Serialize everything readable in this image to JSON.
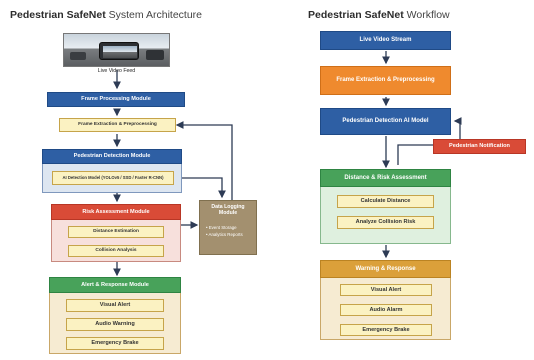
{
  "left": {
    "title_bold": "Pedestrian SafeNet",
    "title_rest": " System Architecture",
    "camera_caption": "Live Video Feed",
    "frame_module": "Frame Processing Module",
    "frame_sub": "Frame Extraction & Preprocessing",
    "detect_module": "Pedestrian Detection Module",
    "detect_sub": "AI Detection Model (YOLOv5 / SSD / Faster R-CNN)",
    "risk_module": "Risk Assessment Module",
    "risk_items": [
      "Distance Estimation",
      "Collision Analysis"
    ],
    "logging_module": "Data Logging Module",
    "logging_items": [
      "• Event Storage",
      "• Analytics Reports"
    ],
    "alert_module": "Alert & Response Module",
    "alert_items": [
      "Visual Alert",
      "Audio Warning",
      "Emergency Brake"
    ]
  },
  "right": {
    "title_bold": "Pedestrian SafeNet",
    "title_rest": " Workflow",
    "steps": [
      "Live Video Stream",
      "Frame Extraction & Preprocessing",
      "Pedestrian Detection AI Model"
    ],
    "notification": "Pedestrian Notification",
    "assessment": "Distance & Risk Assessment",
    "assessment_items": [
      "Calculate Distance",
      "Analyze Collision Risk"
    ],
    "warning": "Warning & Response",
    "warning_items": [
      "Visual Alert",
      "Audio Alarm",
      "Emergency Brake"
    ]
  },
  "colors": {
    "blue": "#2e5fa4",
    "orange": "#ef8a2e",
    "red": "#d94b37",
    "green": "#48a25a",
    "gold": "#dba03a",
    "tan": "#a3906f"
  }
}
